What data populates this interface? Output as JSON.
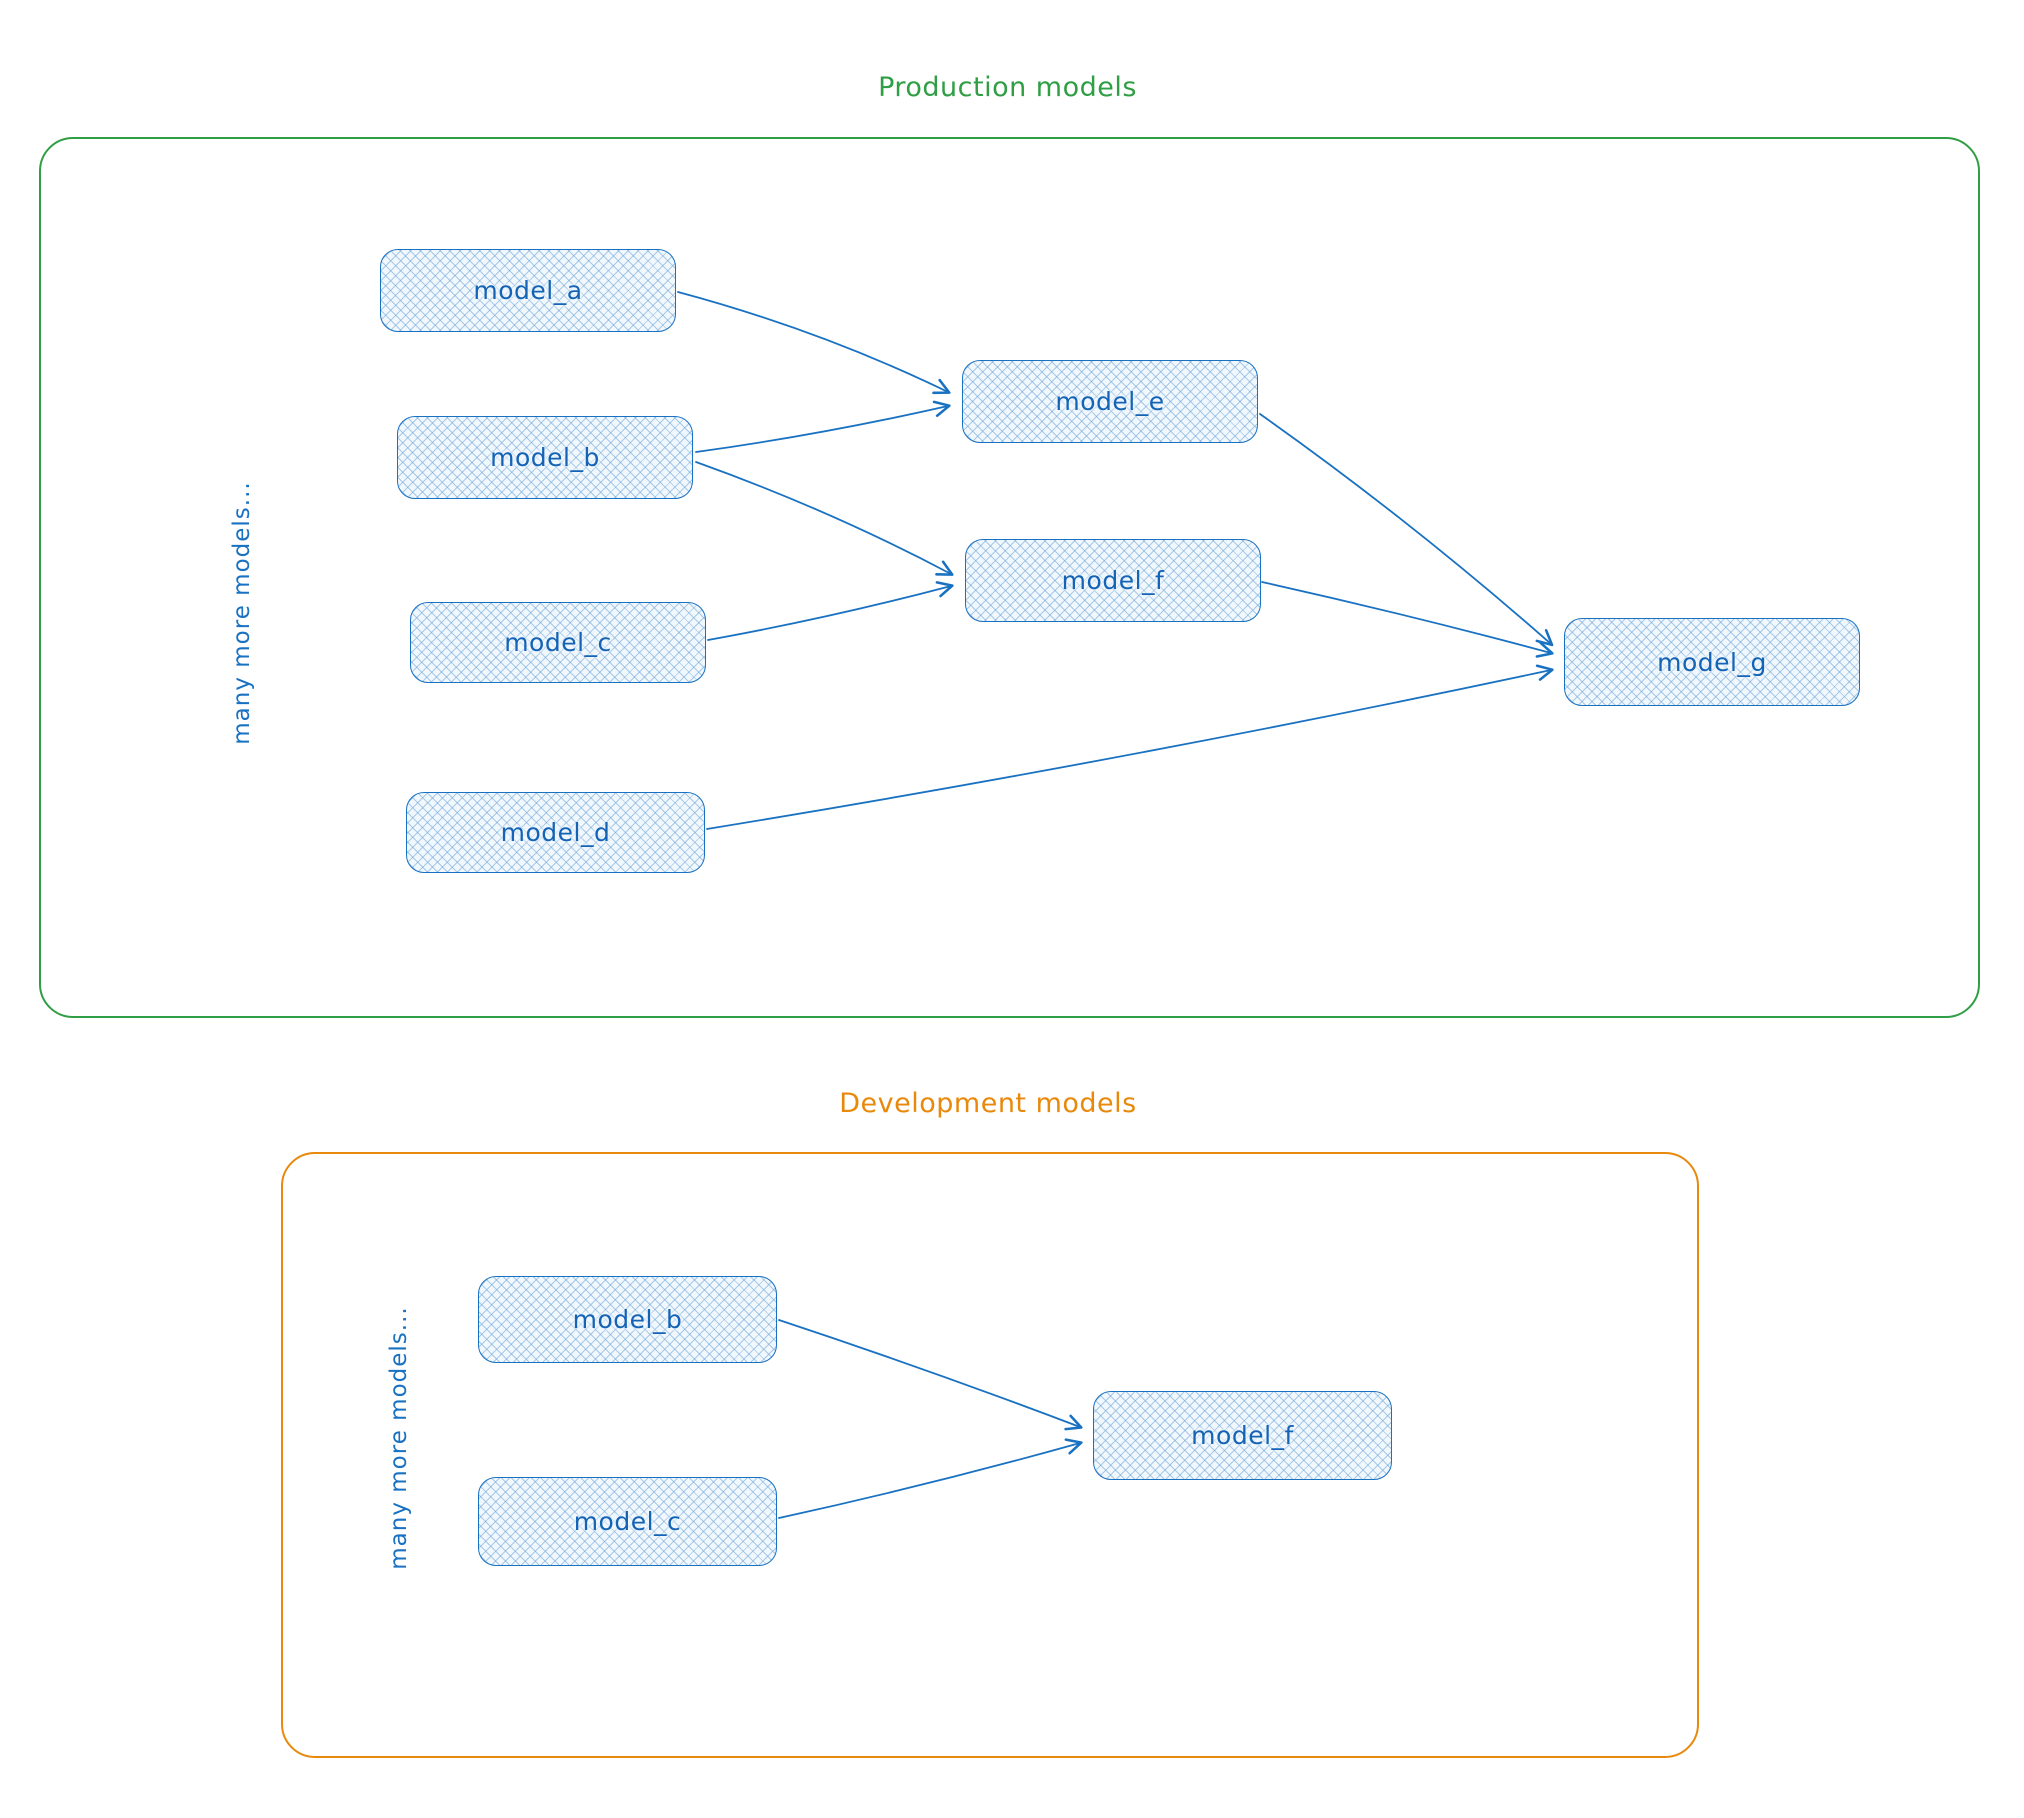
{
  "colors": {
    "production_border": "#2f9e44",
    "development_border": "#e8890c",
    "node_border": "#1971c2",
    "node_fill": "#f0f7fd",
    "arrow": "#1971c2"
  },
  "production": {
    "title": "Production models",
    "side_label": "many more models...",
    "nodes": {
      "a": {
        "label": "model_a"
      },
      "b": {
        "label": "model_b"
      },
      "c": {
        "label": "model_c"
      },
      "d": {
        "label": "model_d"
      },
      "e": {
        "label": "model_e"
      },
      "f": {
        "label": "model_f"
      },
      "g": {
        "label": "model_g"
      }
    },
    "edges": [
      {
        "from": "model_a",
        "to": "model_e"
      },
      {
        "from": "model_b",
        "to": "model_e"
      },
      {
        "from": "model_b",
        "to": "model_f"
      },
      {
        "from": "model_c",
        "to": "model_f"
      },
      {
        "from": "model_e",
        "to": "model_g"
      },
      {
        "from": "model_f",
        "to": "model_g"
      },
      {
        "from": "model_d",
        "to": "model_g"
      }
    ]
  },
  "development": {
    "title": "Development models",
    "side_label": "many more models...",
    "nodes": {
      "b": {
        "label": "model_b"
      },
      "c": {
        "label": "model_c"
      },
      "f": {
        "label": "model_f"
      }
    },
    "edges": [
      {
        "from": "model_b",
        "to": "model_f"
      },
      {
        "from": "model_c",
        "to": "model_f"
      }
    ]
  }
}
